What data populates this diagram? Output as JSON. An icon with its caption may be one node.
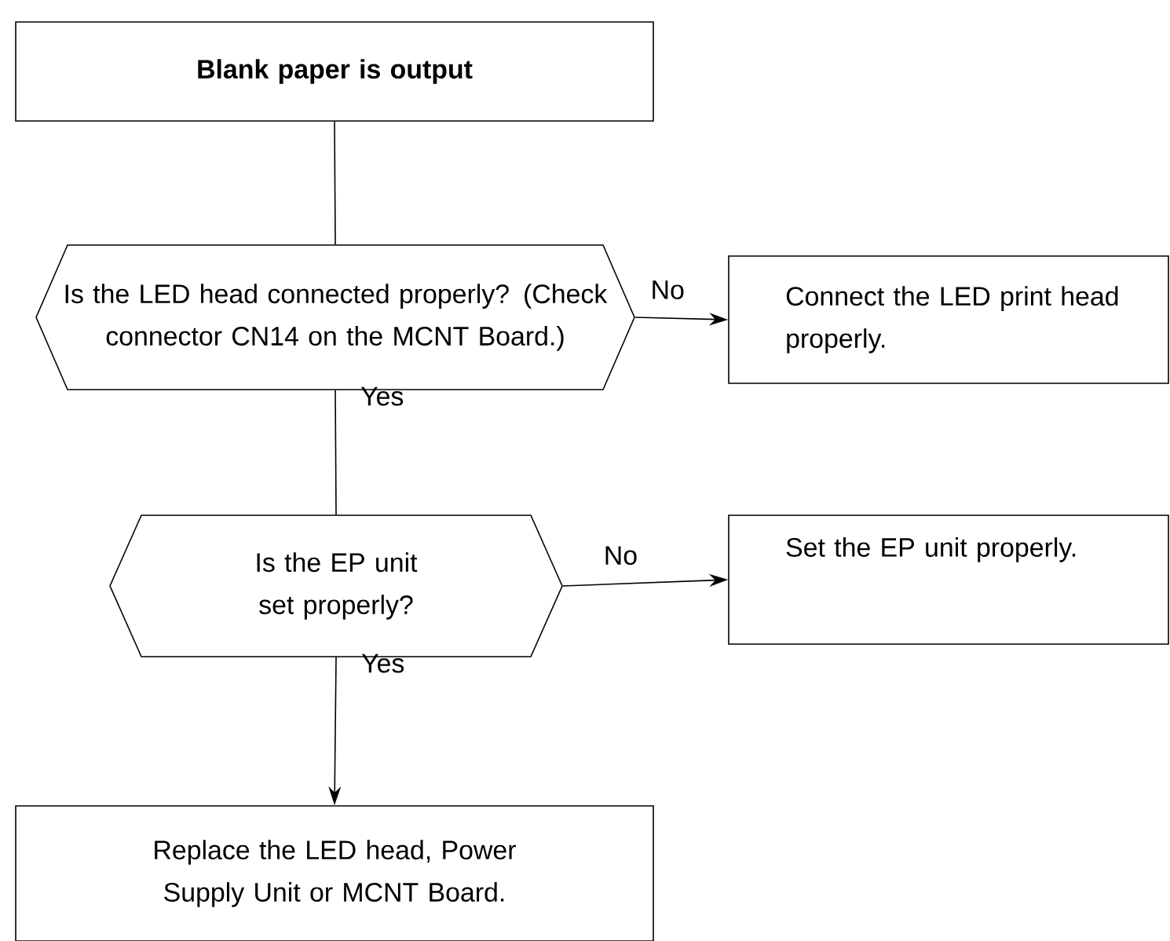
{
  "diagram": {
    "nodes": [
      {
        "text": [
          "Blank paper is output"
        ]
      },
      {
        "text": [
          "Is the LED head connected properly? (Check connector CN14 on the MCNT Board.)"
        ]
      },
      {
        "text": [
          "Connect the LED print head properly."
        ]
      },
      {
        "text": [
          "Is the EP unit set properly?"
        ]
      },
      {
        "text": [
          "Set the EP unit properly."
        ]
      },
      {
        "text": [
          "Replace the LED head, Power Supply Unit or MCNT Board."
        ]
      }
    ],
    "edges": [
      {
        "from": 0,
        "to": 1,
        "arrow": "none"
      },
      {
        "from": 1,
        "to": 2,
        "arrow": "to",
        "label": "No"
      },
      {
        "from": 1,
        "to": 3,
        "arrow": "none",
        "label": "Yes"
      },
      {
        "from": 3,
        "to": 4,
        "arrow": "to",
        "label": "No"
      },
      {
        "from": 3,
        "to": 5,
        "arrow": "to",
        "label": "Yes"
      }
    ]
  }
}
